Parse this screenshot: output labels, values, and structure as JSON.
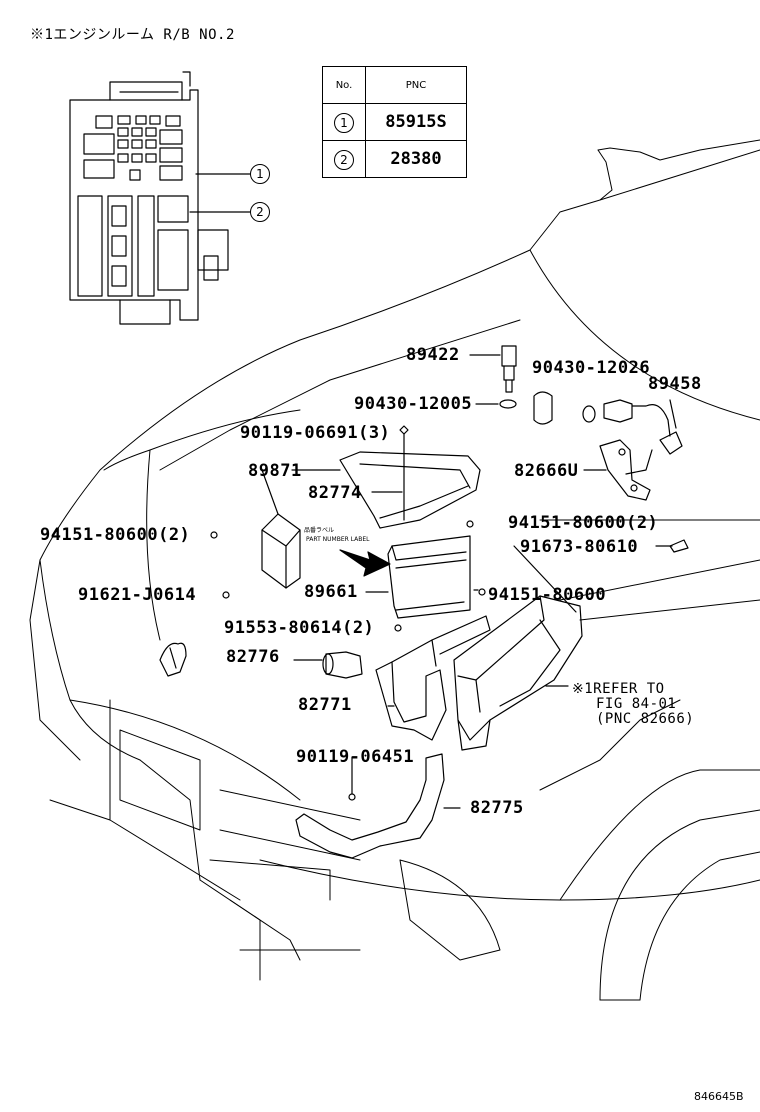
{
  "header": {
    "title": "※1エンジンルーム R/B NO.2"
  },
  "pnc_table": {
    "col_no": "No.",
    "col_pnc": "PNC",
    "rows": [
      {
        "no": "1",
        "pnc": "85915S"
      },
      {
        "no": "2",
        "pnc": "28380"
      }
    ]
  },
  "callouts": {
    "c1": "1",
    "c2": "2"
  },
  "parts": {
    "p89422": "89422",
    "p90430_12026": "90430-12026",
    "p89458": "89458",
    "p90430_12005": "90430-12005",
    "p90119_06691": "90119-06691(3)",
    "p89871": "89871",
    "p82774": "82774",
    "p82666u": "82666U",
    "p94151_80600_2a": "94151-80600(2)",
    "p94151_80600_2b": "94151-80600(2)",
    "p91673_80610": "91673-80610",
    "p91621_j0614": "91621-J0614",
    "p89661": "89661",
    "p94151_80600": "94151-80600",
    "p91553_80614": "91553-80614(2)",
    "p82776": "82776",
    "p82771": "82771",
    "p90119_06451": "90119-06451",
    "p82775": "82775"
  },
  "label_tag": {
    "line1": "品番ラベル",
    "line2": "PART NUMBER LABEL"
  },
  "refer_note": {
    "line1": "※1REFER TO",
    "line2": "FIG 84-01",
    "line3": "(PNC 82666)"
  },
  "figure_id": "846645B"
}
